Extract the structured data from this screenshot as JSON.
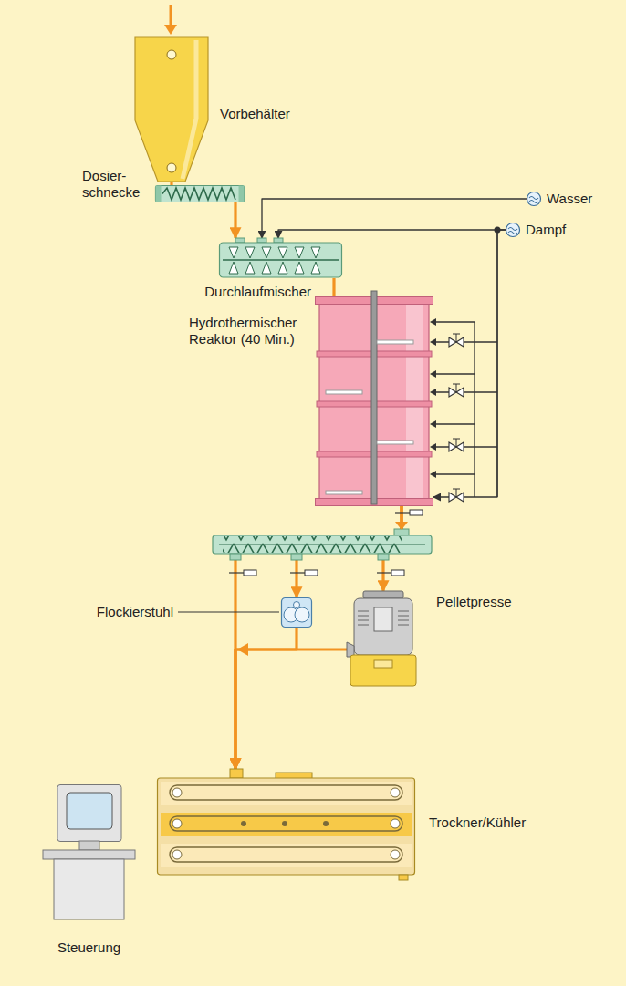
{
  "diagram": {
    "nodes": [
      {
        "text": [
          "Vorbehälter"
        ]
      },
      {
        "text": [
          "Dosier- schnecke"
        ]
      },
      {
        "text": [
          "Wasser"
        ]
      },
      {
        "text": [
          "Dampf"
        ]
      },
      {
        "text": [
          "Durchlaufmischer"
        ]
      },
      {
        "text": [
          "Hydrothermischer Reaktor (40 Min.)"
        ]
      },
      {
        "text": [
          "Flockierstuhl"
        ]
      },
      {
        "text": [
          "Pelletpresse"
        ]
      },
      {
        "text": [
          "Trockner/Kühler"
        ]
      },
      {
        "text": [
          "Steuerung"
        ]
      }
    ],
    "edges": [
      {
        "from": 0,
        "to": 1,
        "arrow": "none"
      },
      {
        "from": 1,
        "to": 4,
        "arrow": "to"
      },
      {
        "from": 2,
        "to": 4,
        "arrow": "to"
      },
      {
        "from": 3,
        "to": 4,
        "arrow": "to"
      },
      {
        "from": 3,
        "to": 5,
        "arrow": "to"
      },
      {
        "from": 4,
        "to": 5,
        "arrow": "none"
      },
      {
        "from": 5,
        "to": 6,
        "arrow": "to"
      },
      {
        "from": 5,
        "to": 7,
        "arrow": "to"
      },
      {
        "from": 5,
        "to": 8,
        "arrow": "to"
      },
      {
        "from": 6,
        "to": 8,
        "arrow": "to"
      },
      {
        "from": 7,
        "to": 8,
        "arrow": "to"
      }
    ]
  }
}
